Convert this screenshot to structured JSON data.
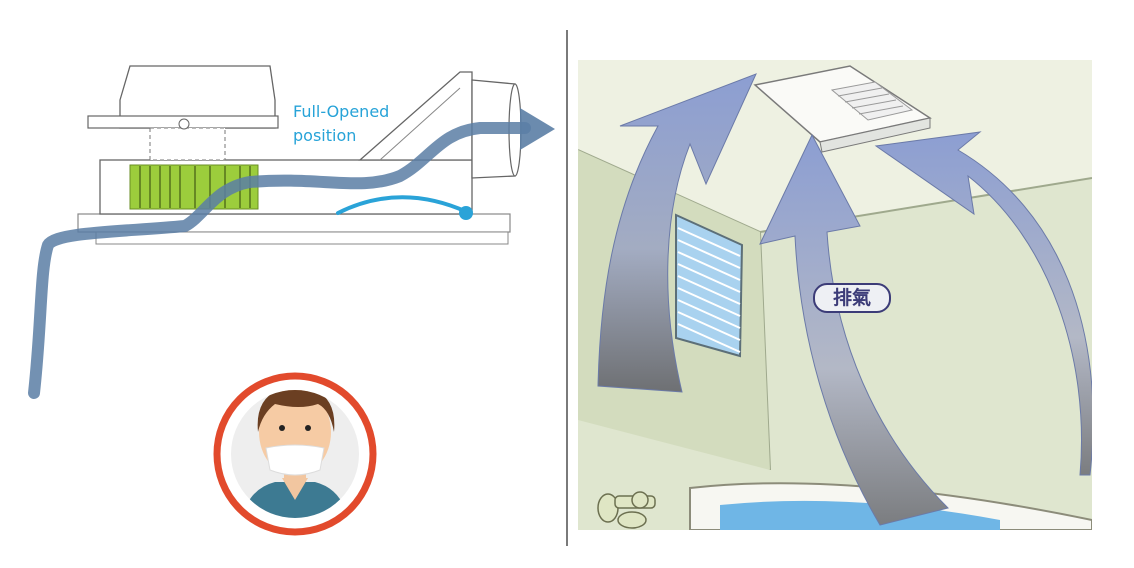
{
  "left_panel": {
    "label_line1": "Full-Opened",
    "label_line2": "position"
  },
  "right_panel": {
    "exhaust_label": "排氣"
  },
  "colors": {
    "airflow_arrow": "#5b7ea5",
    "damper_arc": "#2aa3d8",
    "filter_green": "#9ccd3c",
    "warning_ring": "#e24a2c",
    "wall_green": "#dfe6cf",
    "ceiling_green": "#eef1e2",
    "curved_arrow": "#8797c2",
    "water": "#6fb6e6"
  },
  "icons": [
    "masked-person-icon",
    "airflow-arrow-icon",
    "exhaust-arrow-icon"
  ]
}
